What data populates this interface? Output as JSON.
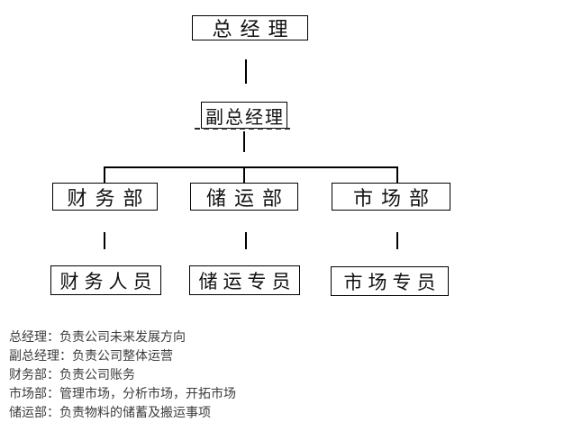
{
  "org_chart": {
    "title": "company-organization-chart",
    "nodes": {
      "general_manager": "总经理",
      "deputy_general_manager": "副总经理",
      "finance_dept": "财务部",
      "storage_dept": "储运部",
      "marketing_dept": "市场部",
      "finance_staff": "财务人员",
      "storage_staff": "储运专员",
      "marketing_staff": "市场专员"
    },
    "hierarchy": [
      [
        "general_manager"
      ],
      [
        "deputy_general_manager"
      ],
      [
        "finance_dept",
        "storage_dept",
        "marketing_dept"
      ],
      [
        "finance_staff",
        "storage_staff",
        "marketing_staff"
      ]
    ]
  },
  "notes": {
    "lines": [
      "总经理：负责公司未来发展方向",
      "副总经理：负责公司整体运营",
      "财务部：负责公司账务",
      "市场部：管理市场，分析市场，开拓市场",
      "储运部：负责物料的储蓄及搬运事项"
    ]
  },
  "colors": {
    "connector_line": "#000000",
    "box_border": "#000000",
    "box_text": "#111111",
    "note_text": "#3c3c3c",
    "background": "#ffffff"
  }
}
